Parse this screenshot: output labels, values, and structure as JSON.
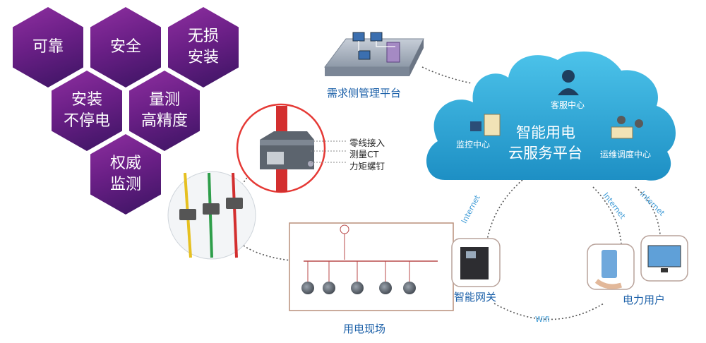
{
  "features": [
    {
      "text": "可靠"
    },
    {
      "text": "安全"
    },
    {
      "text": "无损\n安装"
    },
    {
      "text": "安装\n不停电"
    },
    {
      "text": "量测\n高精度"
    },
    {
      "text": "权威\n监测"
    }
  ],
  "ct_callouts": [
    "零线接入",
    "测量CT",
    "力矩螺钉"
  ],
  "nodes": {
    "demand_platform": "需求侧管理平台",
    "site": "用电现场",
    "gateway": "智能网关",
    "users": "电力用户"
  },
  "cloud": {
    "title_line1": "智能用电",
    "title_line2": "云服务平台",
    "customer_service": "客服中心",
    "monitor_center": "监控中心",
    "ops_center": "运维调度中心"
  },
  "links": {
    "internet1": "Internet",
    "internet2": "Internet",
    "internet3": "Internet",
    "wifi": "Wifi"
  },
  "colors": {
    "hex_top": "#8e2fa0",
    "hex_bottom": "#3b1462",
    "cloud": "#2aa8d6",
    "label_blue": "#1a5fa8",
    "ring_red": "#e53935"
  }
}
